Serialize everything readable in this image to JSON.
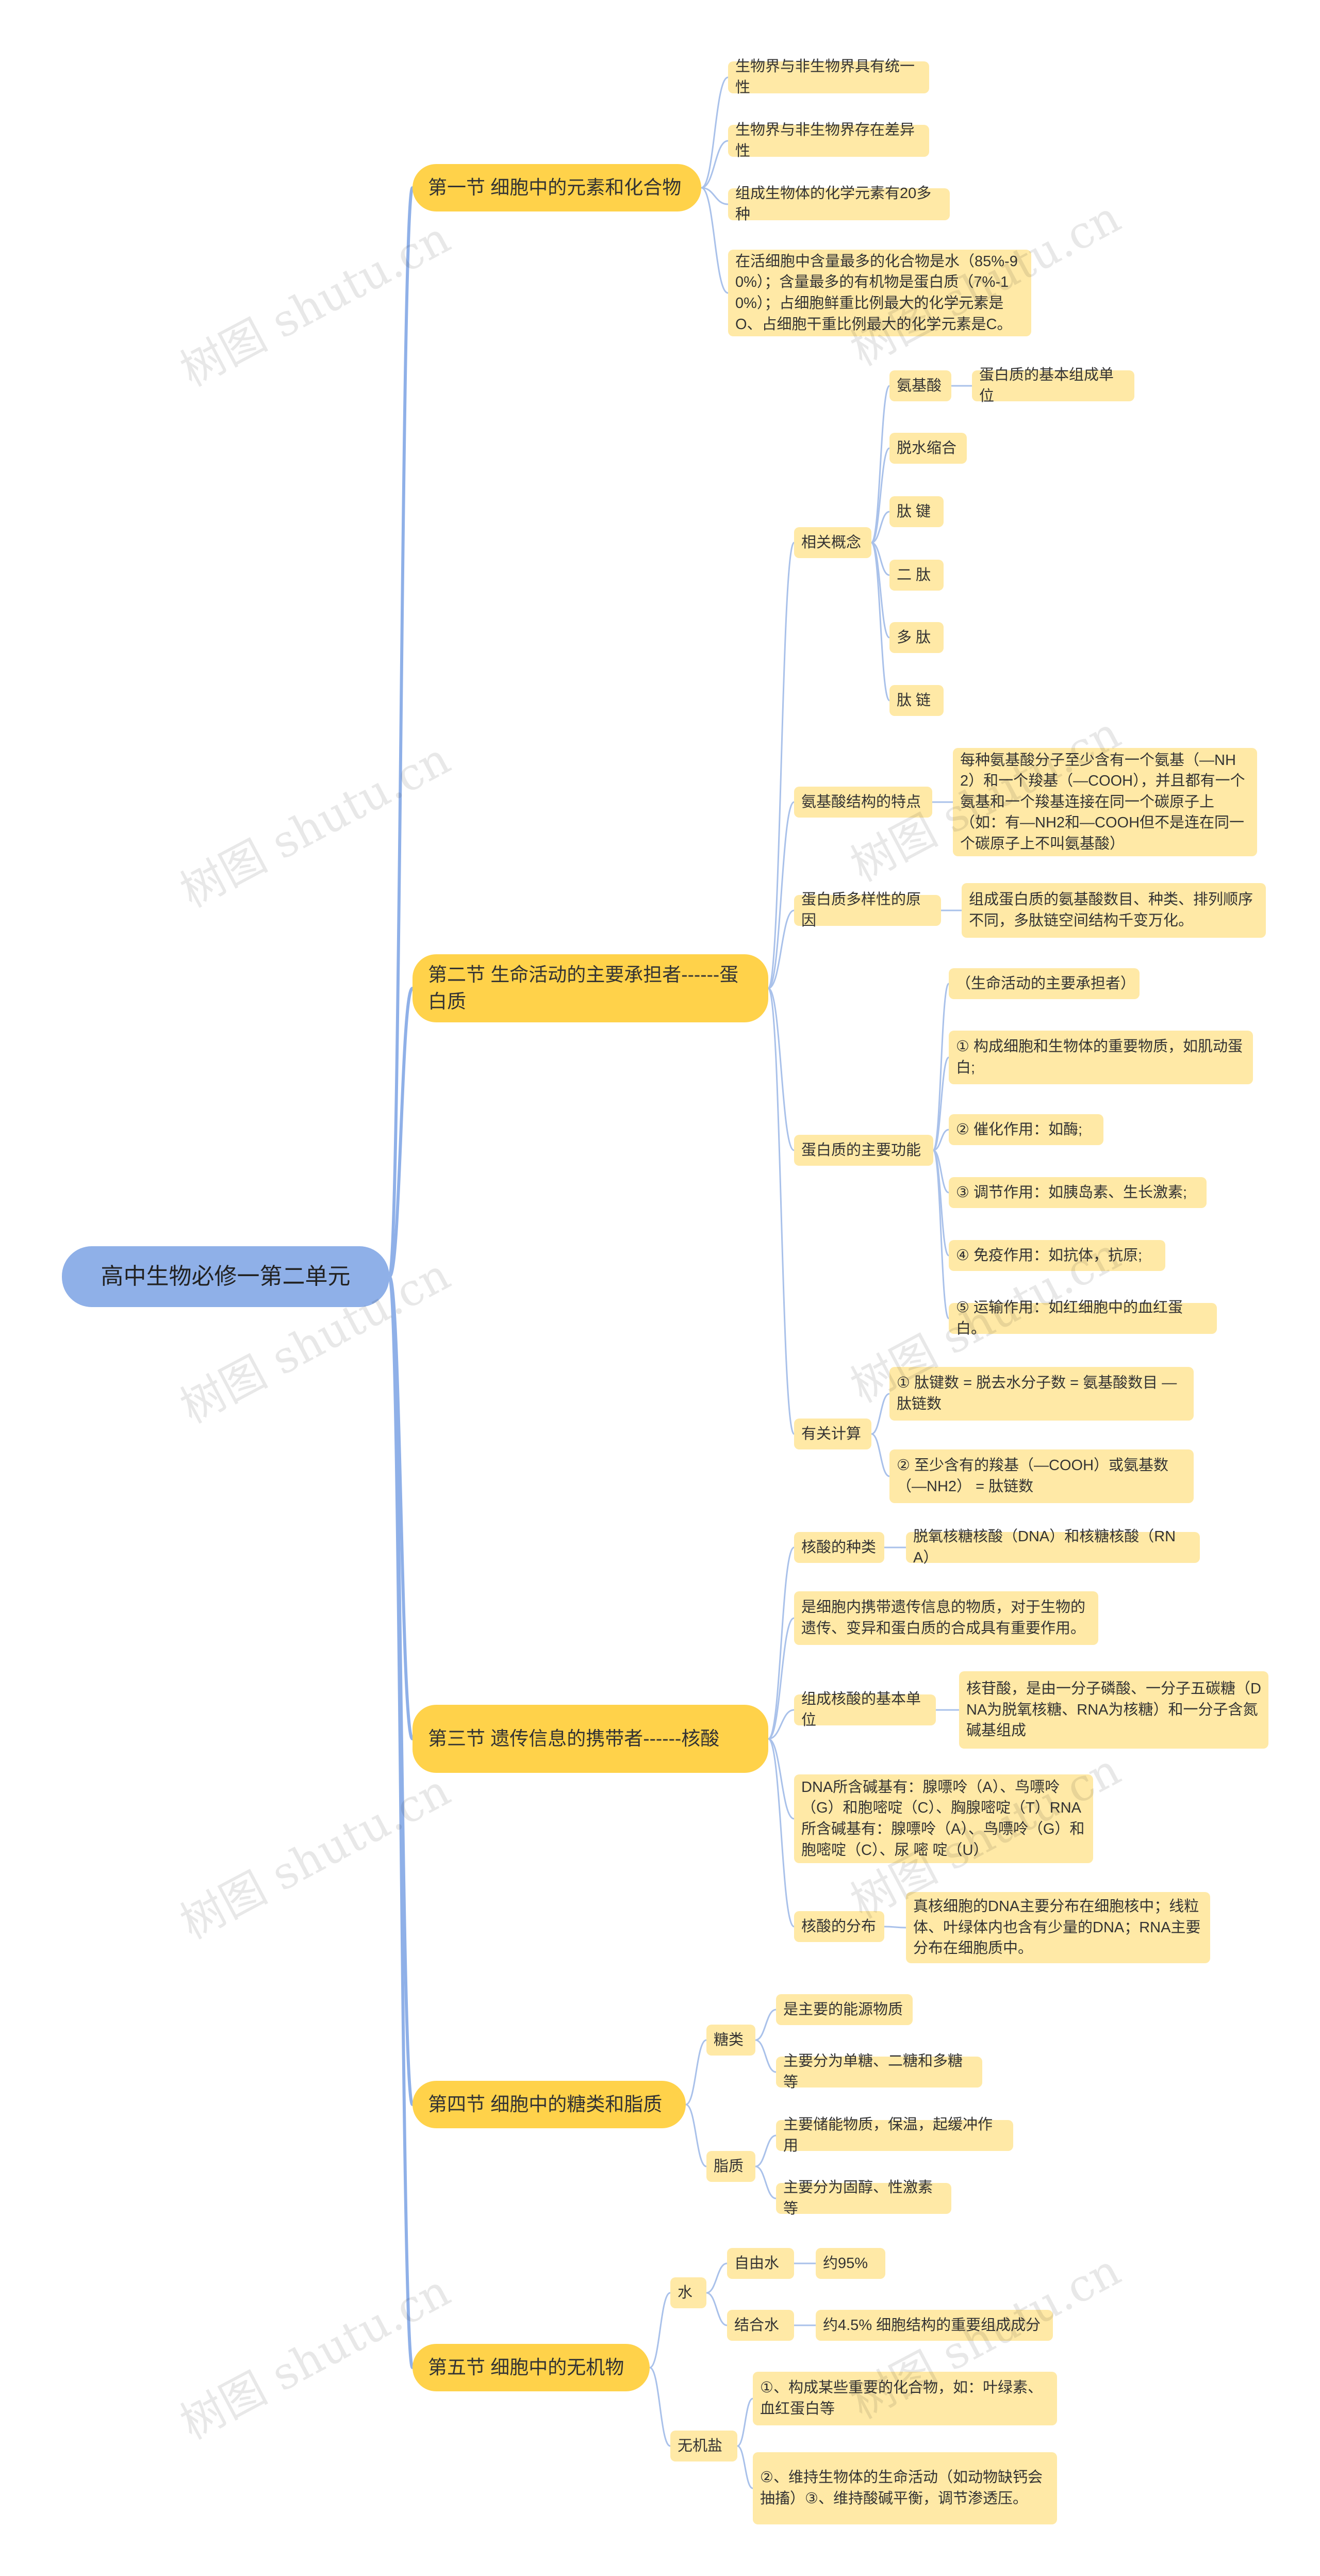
{
  "root": "高中生物必修一第二单元",
  "watermark": "树图 shutu.cn",
  "sections": {
    "s1": {
      "title": "第一节 细胞中的元素和化合物",
      "items": [
        "生物界与非生物界具有统一性",
        "生物界与非生物界存在差异性",
        "组成生物体的化学元素有20多种",
        "在活细胞中含量最多的化合物是水（85%-90%）；含量最多的有机物是蛋白质（7%-10%）；占细胞鲜重比例最大的化学元素是O、占细胞干重比例最大的化学元素是C。"
      ]
    },
    "s2": {
      "title": "第二节 生命活动的主要承担者------蛋白质",
      "concepts": {
        "label": "相关概念",
        "amino": "氨基酸",
        "amino_note": "蛋白质的基本组成单位",
        "items": [
          "脱水缩合",
          "肽 键",
          "二 肽",
          "多 肽",
          "肽 链"
        ]
      },
      "structure": {
        "label": "氨基酸结构的特点",
        "text": "每种氨基酸分子至少含有一个氨基（—NH2）和一个羧基（—COOH），并且都有一个氨基和一个羧基连接在同一个碳原子上（如：有—NH2和—COOH但不是连在同一个碳原子上不叫氨基酸）"
      },
      "diversity": {
        "label": "蛋白质多样性的原因",
        "text": "组成蛋白质的氨基酸数目、种类、排列顺序不同，多肽链空间结构千变万化。"
      },
      "functions": {
        "label": "蛋白质的主要功能",
        "items": [
          "（生命活动的主要承担者）",
          "① 构成细胞和生物体的重要物质，如肌动蛋白;",
          "② 催化作用：如酶;",
          "③ 调节作用：如胰岛素、生长激素;",
          "④ 免疫作用：如抗体，抗原;",
          "⑤ 运输作用：如红细胞中的血红蛋白。"
        ]
      },
      "calc": {
        "label": "有关计算",
        "items": [
          "① 肽键数 = 脱去水分子数 = 氨基酸数目 — 肽链数",
          "② 至少含有的羧基（—COOH）或氨基数（—NH2） = 肽链数"
        ]
      }
    },
    "s3": {
      "title": "第三节 遗传信息的携带者------核酸",
      "kinds": {
        "label": "核酸的种类",
        "text": "脱氧核糖核酸（DNA）和核糖核酸（RNA）"
      },
      "role": "是细胞内携带遗传信息的物质，对于生物的遗传、变异和蛋白质的合成具有重要作用。",
      "unit": {
        "label": "组成核酸的基本单位",
        "text": "核苷酸，是由一分子磷酸、一分子五碳糖（DNA为脱氧核糖、RNA为核糖）和一分子含氮碱基组成"
      },
      "bases": "DNA所含碱基有：腺嘌呤（A）、鸟嘌呤（G）和胞嘧啶（C）、胸腺嘧啶（T）RNA所含碱基有：腺嘌呤（A）、鸟嘌呤（G）和胞嘧啶（C）、尿 嘧 啶（U）",
      "distribution": {
        "label": "核酸的分布",
        "text": "真核细胞的DNA主要分布在细胞核中；线粒体、叶绿体内也含有少量的DNA；RNA主要分布在细胞质中。"
      }
    },
    "s4": {
      "title": "第四节 细胞中的糖类和脂质",
      "sugar": {
        "label": "糖类",
        "items": [
          "是主要的能源物质",
          "主要分为单糖、二糖和多糖等"
        ]
      },
      "lipid": {
        "label": "脂质",
        "items": [
          "主要储能物质，保温，起缓冲作用",
          "主要分为固醇、性激素等"
        ]
      }
    },
    "s5": {
      "title": "第五节 细胞中的无机物",
      "water": {
        "label": "水",
        "free": {
          "label": "自由水",
          "text": "约95%"
        },
        "bound": {
          "label": "结合水",
          "text": "约4.5% 细胞结构的重要组成成分"
        }
      },
      "salt": {
        "label": "无机盐",
        "items": [
          "①、构成某些重要的化合物，如：叶绿素、血红蛋白等",
          "②、维持生物体的生命活动（如动物缺钙会抽搐）③、维持酸碱平衡，调节渗透压。"
        ]
      }
    }
  }
}
